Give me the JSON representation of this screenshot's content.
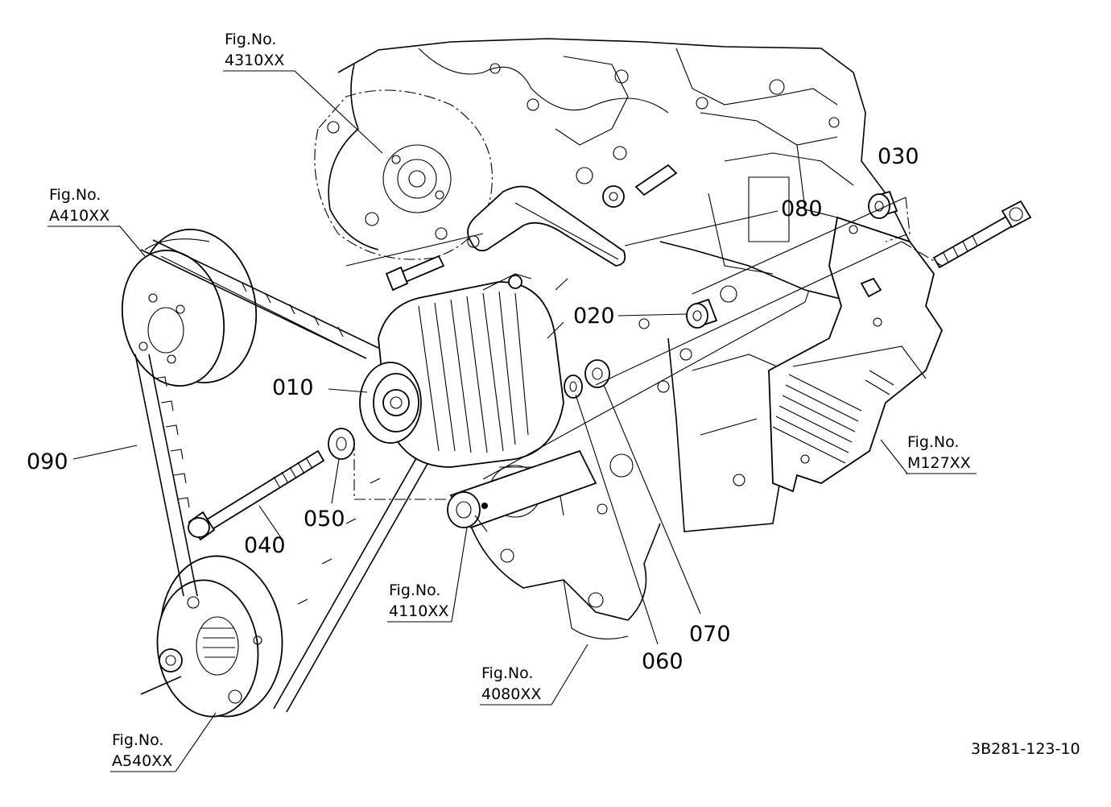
{
  "parts": [
    {
      "id": "p010",
      "label": "010"
    },
    {
      "id": "p020",
      "label": "020"
    },
    {
      "id": "p030",
      "label": "030"
    },
    {
      "id": "p040",
      "label": "040"
    },
    {
      "id": "p050",
      "label": "050"
    },
    {
      "id": "p060",
      "label": "060"
    },
    {
      "id": "p070",
      "label": "070"
    },
    {
      "id": "p080",
      "label": "080"
    },
    {
      "id": "p090",
      "label": "090"
    }
  ],
  "figure_refs": [
    {
      "id": "r4310",
      "caption": "Fig.No.",
      "code": "4310XX"
    },
    {
      "id": "rA410",
      "caption": "Fig.No.",
      "code": "A410XX"
    },
    {
      "id": "rM127",
      "caption": "Fig.No.",
      "code": "M127XX"
    },
    {
      "id": "r4110",
      "caption": "Fig.No.",
      "code": "4110XX"
    },
    {
      "id": "r4080",
      "caption": "Fig.No.",
      "code": "4080XX"
    },
    {
      "id": "rA540",
      "caption": "Fig.No.",
      "code": "A540XX"
    }
  ],
  "doc_id": "3B281-123-10"
}
